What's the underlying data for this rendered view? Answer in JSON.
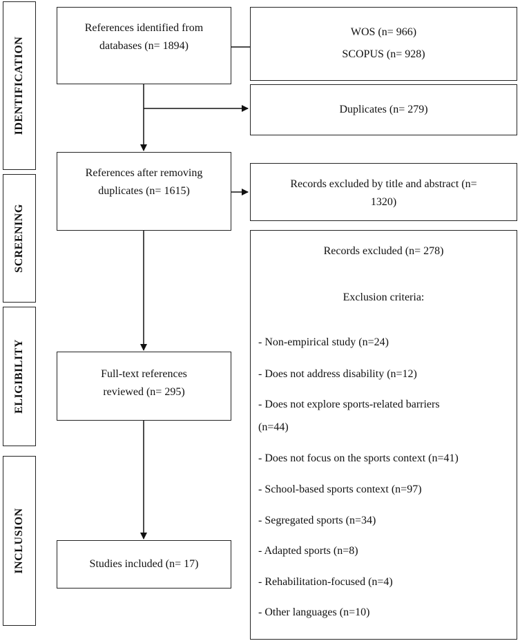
{
  "stages": {
    "identification": "IDENTIFICATION",
    "screening": "SCREENING",
    "eligibility": "ELIGIBILITY",
    "inclusion": "INCLUSION"
  },
  "boxes": {
    "identified_line1": "References identified from",
    "identified_line2": "databases (n= 1894)",
    "wos": "WOS (n= 966)",
    "scopus": "SCOPUS (n= 928)",
    "duplicates": "Duplicates (n= 279)",
    "after_dup_line1": "References after removing",
    "after_dup_line2": "duplicates (n= 1615)",
    "title_excluded_line1": "Records excluded by title and abstract (n=",
    "title_excluded_line2": "1320)",
    "fulltext_line1": "Full-text references",
    "fulltext_line2": "reviewed (n= 295)",
    "included": "Studies included (n= 17)"
  },
  "exclusion": {
    "records_excluded": "Records excluded (n= 278)",
    "criteria_title": "Exclusion criteria:",
    "criteria": [
      "- Non-empirical study (n=24)",
      "- Does not address disability (n=12)",
      "- Does not explore sports-related barriers",
      "(n=44)",
      "- Does not focus on the sports context (n=41)",
      "- School-based sports context (n=97)",
      "- Segregated sports (n=34)",
      "- Adapted sports (n=8)",
      "- Rehabilitation-focused (n=4)",
      "- Other languages (n=10)"
    ]
  }
}
